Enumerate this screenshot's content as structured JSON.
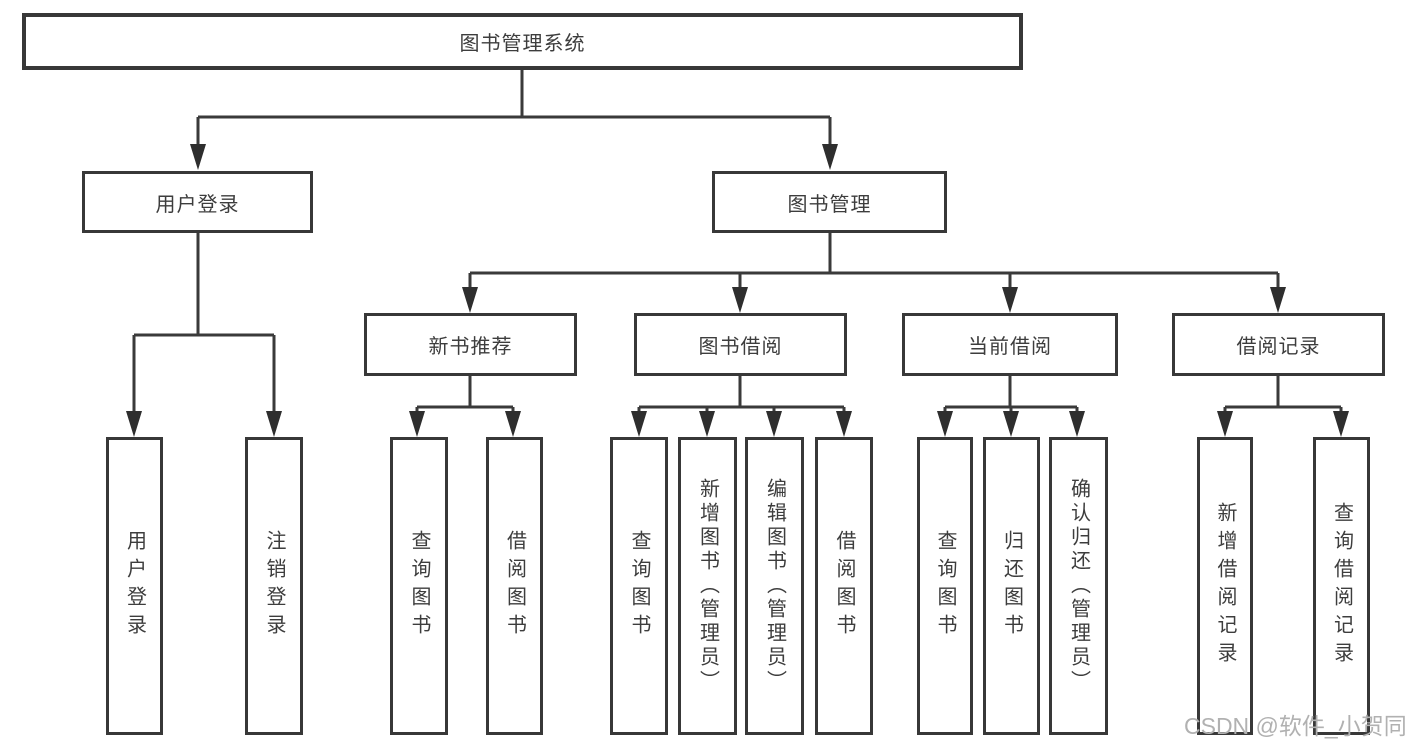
{
  "diagram_title": "图书管理系统",
  "nodes": {
    "root": {
      "label": "图书管理系统"
    },
    "user_login": {
      "label": "用户登录"
    },
    "book_mgmt": {
      "label": "图书管理"
    },
    "new_book_rec": {
      "label": "新书推荐"
    },
    "book_borrow": {
      "label": "图书借阅"
    },
    "current_borrow": {
      "label": "当前借阅"
    },
    "borrow_record": {
      "label": "借阅记录"
    },
    "ul_user_login": {
      "label": "用户登录"
    },
    "ul_logout": {
      "label": "注销登录"
    },
    "nbr_query_book": {
      "label": "查询图书"
    },
    "nbr_borrow_book": {
      "label": "借阅图书"
    },
    "bb_query_book": {
      "label": "查询图书"
    },
    "bb_add_book": {
      "label": "新增图书（管理员）"
    },
    "bb_edit_book": {
      "label": "编辑图书（管理员）"
    },
    "bb_borrow_book": {
      "label": "借阅图书"
    },
    "cb_query_book": {
      "label": "查询图书"
    },
    "cb_return_book": {
      "label": "归还图书"
    },
    "cb_confirm_return": {
      "label": "确认归还（管理员）"
    },
    "br_add_record": {
      "label": "新增借阅记录"
    },
    "br_query_record": {
      "label": "查询借阅记录"
    }
  },
  "edges": [
    {
      "from": "图书管理系统",
      "to": [
        "用户登录",
        "图书管理"
      ]
    },
    {
      "from": "用户登录",
      "to": [
        "用户登录",
        "注销登录"
      ]
    },
    {
      "from": "图书管理",
      "to": [
        "新书推荐",
        "图书借阅",
        "当前借阅",
        "借阅记录"
      ]
    },
    {
      "from": "新书推荐",
      "to": [
        "查询图书",
        "借阅图书"
      ]
    },
    {
      "from": "图书借阅",
      "to": [
        "查询图书",
        "新增图书（管理员）",
        "编辑图书（管理员）",
        "借阅图书"
      ]
    },
    {
      "from": "当前借阅",
      "to": [
        "查询图书",
        "归还图书",
        "确认归还（管理员）"
      ]
    },
    {
      "from": "借阅记录",
      "to": [
        "新增借阅记录",
        "查询借阅记录"
      ]
    }
  ],
  "watermark": {
    "text": "CSDN @软件_小贺同学"
  },
  "colors": {
    "background": "#ffffff",
    "line": "#3a3a3a",
    "box_border": "#383838",
    "text": "#3d3d3d",
    "watermark": "#b1b1b1"
  }
}
